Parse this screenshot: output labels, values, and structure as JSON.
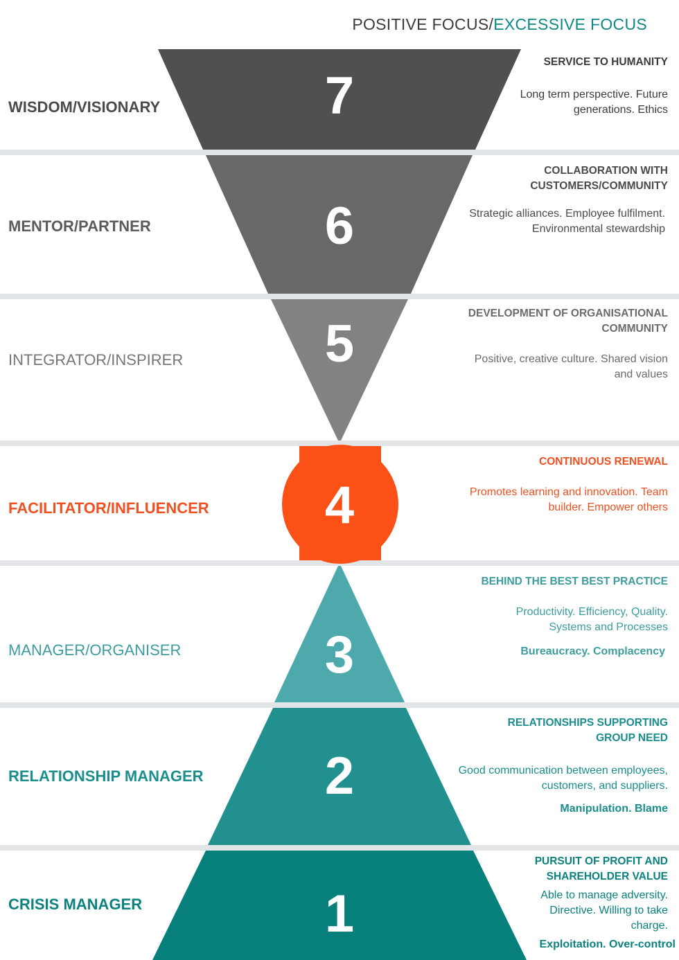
{
  "header": {
    "positive": "POSITIVE FOCUS",
    "separator": "/",
    "excessive": "EXCESSIVE FOCUS"
  },
  "colors": {
    "grey_dark": "#505050",
    "grey_mid": "#686868",
    "grey_light": "#828282",
    "orange": "#fc5116",
    "teal_light": "#4da9ab",
    "teal_mid": "#21908f",
    "teal_dark": "#07807c",
    "divider": "#e1e5e7"
  },
  "levels": [
    {
      "number": "7",
      "name": "WISDOM/VISIONARY",
      "heading": "SERVICE TO HUMANITY",
      "description": "Long term perspective. Future generations. Ethics"
    },
    {
      "number": "6",
      "name": "MENTOR/PARTNER",
      "heading": "COLLABORATION WITH CUSTOMERS/COMMUNITY",
      "description": "Strategic alliances. Employee fulfilment. Environmental stewardship"
    },
    {
      "number": "5",
      "name": "INTEGRATOR/INSPIRER",
      "heading": "DEVELOPMENT OF ORGANISATIONAL COMMUNITY",
      "description": "Positive, creative culture. Shared vision and values"
    },
    {
      "number": "4",
      "name": "FACILITATOR/INFLUENCER",
      "heading": "CONTINUOUS RENEWAL",
      "description": "Promotes learning and innovation. Team builder. Empower others"
    },
    {
      "number": "3",
      "name": "MANAGER/ORGANISER",
      "heading": "BEHIND THE BEST BEST PRACTICE",
      "description": "Productivity. Efficiency, Quality. Systems and Processes",
      "negative": "Bureaucracy. Complacency"
    },
    {
      "number": "2",
      "name": "RELATIONSHIP MANAGER",
      "heading": "RELATIONSHIPS SUPPORTING GROUP NEED",
      "description": "Good communication between employees, customers, and suppliers.",
      "negative": "Manipulation. Blame"
    },
    {
      "number": "1",
      "name": "CRISIS MANAGER",
      "heading": "PURSUIT OF PROFIT AND SHAREHOLDER VALUE",
      "description": "Able to manage adversity. Directive. Willing to take charge.",
      "negative": "Exploitation. Over-control"
    }
  ]
}
